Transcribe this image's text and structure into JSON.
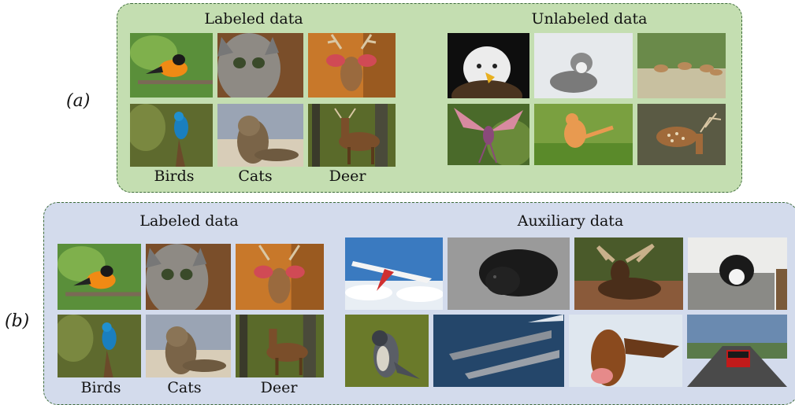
{
  "panel_a": {
    "label": "(a)",
    "labeled_title": "Labeled data",
    "unlabeled_title": "Unlabeled data",
    "captions": [
      "Birds",
      "Cats",
      "Deer"
    ],
    "labeled_images": [
      "oriole-photo",
      "kitten-closeup-photo",
      "deer-red-ears-photo",
      "blue-bird-photo",
      "tabby-cat-photo",
      "deer-forest-photo"
    ],
    "unlabeled_images": [
      "bald-eagle-photo",
      "gray-cat-photo",
      "deer-herd-photo",
      "flying-bird-photo",
      "jumping-cat-photo",
      "spotted-deer-photo"
    ]
  },
  "panel_b": {
    "label": "(b)",
    "labeled_title": "Labeled data",
    "auxiliary_title": "Auxiliary data",
    "captions": [
      "Birds",
      "Cats",
      "Deer"
    ],
    "labeled_images": [
      "oriole-photo",
      "kitten-closeup-photo",
      "deer-red-ears-photo",
      "blue-bird-photo",
      "tabby-cat-photo",
      "deer-forest-photo"
    ],
    "auxiliary_images": [
      "airplane-photo",
      "black-dog-photo",
      "moose-photo",
      "black-white-cat-photo",
      "falcon-photo",
      "warships-photo",
      "horse-photo",
      "red-car-photo"
    ]
  },
  "colors": {
    "panel_a_fill": "#c4deb1",
    "panel_b_fill": "#d3dbec",
    "border": "#3d6b3a"
  }
}
